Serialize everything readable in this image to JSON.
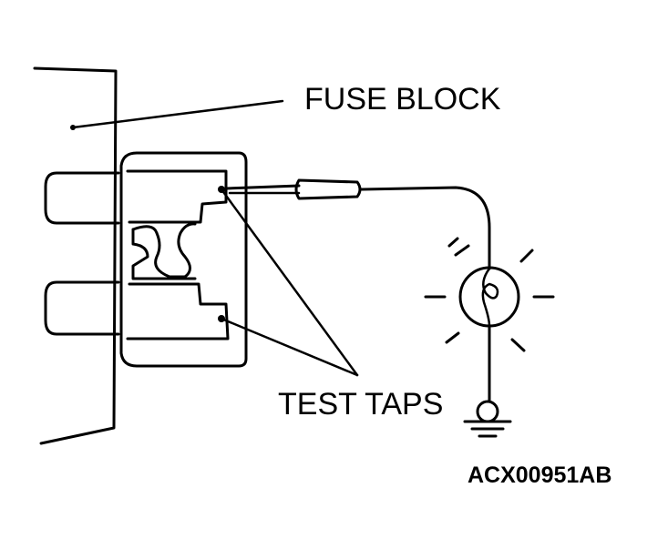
{
  "labels": {
    "fuse_block": "FUSE BLOCK",
    "test_taps": "TEST TAPS",
    "figure_code": "ACX00951AB"
  },
  "colors": {
    "ink": "#000000",
    "background": "#ffffff"
  },
  "components": [
    "fuse-block",
    "blade-fuse",
    "test-lamp-probe",
    "test-lamp-bulb",
    "ground-clip"
  ]
}
